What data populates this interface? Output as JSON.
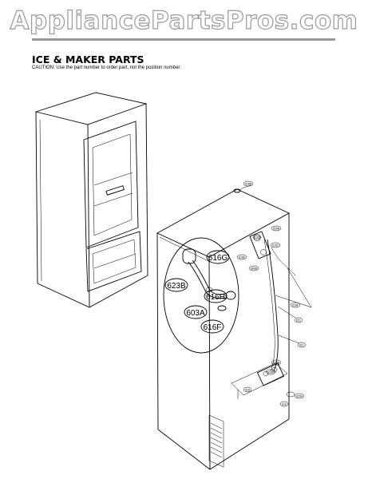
{
  "watermark": "AppliancePartsPros.com",
  "header": {
    "title": "ICE & MAKER PARTS",
    "caution": "CAUTION: Use the part number to order part, not the position number."
  },
  "callouts": {
    "616G": "616G",
    "623B": "623B",
    "616H": "616H",
    "603A": "603A",
    "616F": "616F"
  },
  "small_labels": [
    "616B",
    "620B",
    "616D",
    "616C",
    "616E",
    "606B",
    "616F",
    "621",
    "621",
    "603B",
    "616A",
    "618",
    "620A",
    "616"
  ]
}
